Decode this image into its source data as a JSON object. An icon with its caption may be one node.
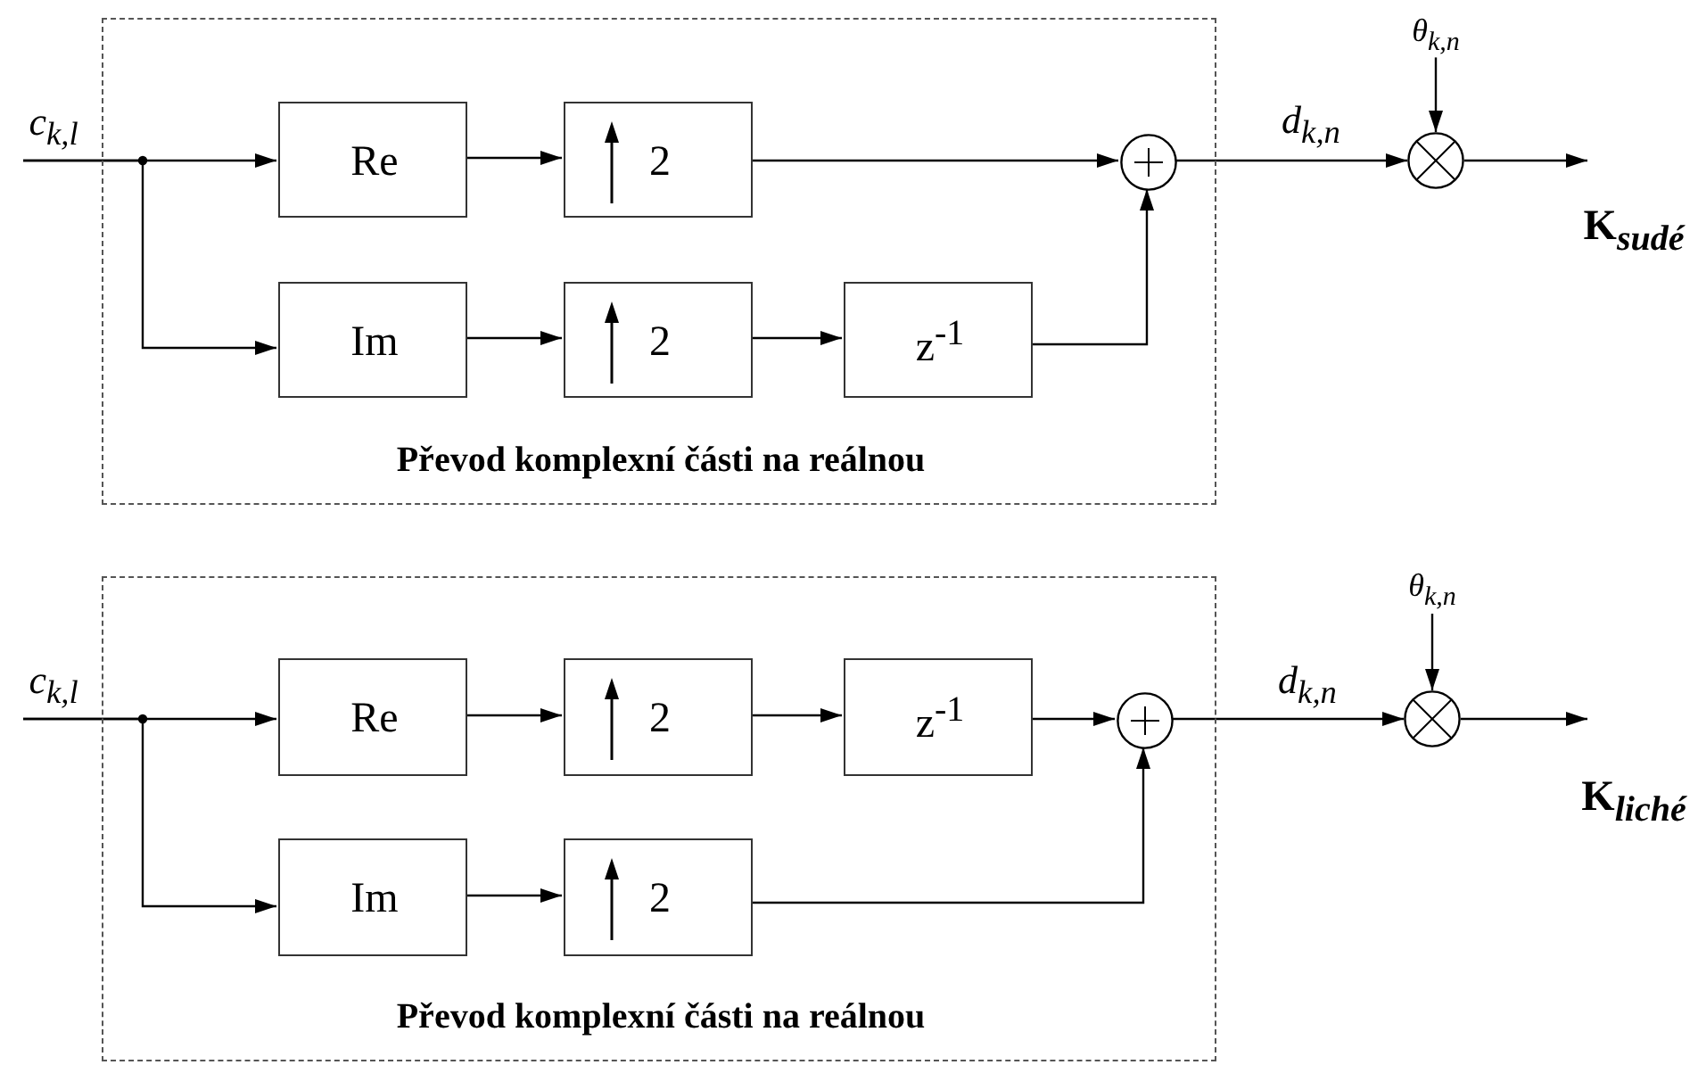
{
  "diagram": {
    "nodes": [
      {
        "text": [
          "Převod komplexní části na reálnou"
        ]
      },
      {
        "text": [
          "Re"
        ],
        "in": 0
      },
      {
        "text": [
          "2"
        ],
        "in": 0
      },
      {
        "text": [
          "Im"
        ],
        "in": 0
      },
      {
        "text": [
          "2"
        ],
        "in": 0
      },
      {
        "text": [
          "z$^{-1}$"
        ],
        "in": 0
      },
      {
        "text": [],
        "shape": "circle",
        "in": 0
      },
      {
        "text": [],
        "shape": "circle"
      },
      {
        "text": [
          "Převod komplexní části na reálnou"
        ]
      },
      {
        "text": [
          "Re"
        ],
        "in": 8
      },
      {
        "text": [
          "2"
        ],
        "in": 8
      },
      {
        "text": [
          "z$^{-1}$"
        ],
        "in": 8
      },
      {
        "text": [
          "Im"
        ],
        "in": 8
      },
      {
        "text": [
          "2"
        ],
        "in": 8
      },
      {
        "text": [],
        "shape": "circle",
        "in": 8
      },
      {
        "text": [],
        "shape": "circle"
      }
    ],
    "edges": [
      {
        "from": null,
        "to": 1,
        "arrow": "to",
        "label": "c$_{k,l}$"
      },
      {
        "from": null,
        "to": 3,
        "arrow": "to"
      },
      {
        "from": 1,
        "to": 2,
        "arrow": "to"
      },
      {
        "from": 3,
        "to": 4,
        "arrow": "to"
      },
      {
        "from": 4,
        "to": 5,
        "arrow": "to"
      },
      {
        "from": 2,
        "to": 6,
        "arrow": "to"
      },
      {
        "from": 5,
        "to": 6,
        "arrow": "to"
      },
      {
        "from": 6,
        "to": 7,
        "arrow": "to",
        "label": "d$_{k,n}$"
      },
      {
        "from": null,
        "to": 7,
        "arrow": "to",
        "label": "θ$_{k,n}$"
      },
      {
        "from": 7,
        "to": null,
        "arrow": "to"
      },
      {
        "from": null,
        "to": 9,
        "arrow": "to",
        "label": "c$_{k,l}$"
      },
      {
        "from": null,
        "to": 12,
        "arrow": "to"
      },
      {
        "from": 9,
        "to": 10,
        "arrow": "to"
      },
      {
        "from": 10,
        "to": 11,
        "arrow": "to"
      },
      {
        "from": 11,
        "to": 14,
        "arrow": "to"
      },
      {
        "from": 12,
        "to": 13,
        "arrow": "to"
      },
      {
        "from": 13,
        "to": 14,
        "arrow": "to"
      },
      {
        "from": 14,
        "to": 15,
        "arrow": "to",
        "label": "d$_{k,n}$"
      },
      {
        "from": null,
        "to": 15,
        "arrow": "to",
        "label": "θ$_{k,n}$"
      },
      {
        "from": 15,
        "to": null,
        "arrow": "to"
      }
    ],
    "labels": [
      "K$_{sudé}$",
      "K$_{liché}$"
    ]
  }
}
